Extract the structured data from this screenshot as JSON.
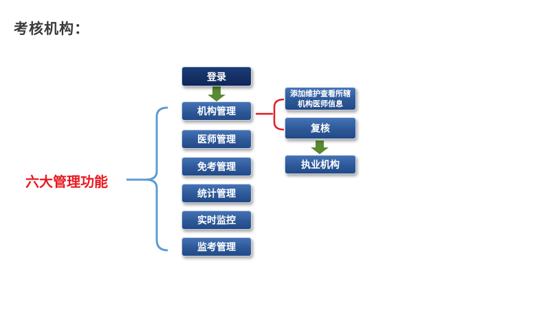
{
  "header": {
    "title": "考核机构："
  },
  "diagram": {
    "side_label": "六大管理功能",
    "login": "登录",
    "functions": [
      "机构管理",
      "医师管理",
      "免考管理",
      "统计管理",
      "实时监控",
      "监考管理"
    ],
    "branch_top": "添加维护查看所辖机构医师信息",
    "review": "复核",
    "result": "执业机构"
  },
  "colors": {
    "box_blue": "#2d5898",
    "box_dark": "#142f63",
    "arrow_green": "#5a8a32",
    "bracket_blue": "#5b9bd5",
    "branch_red": "#e01b22",
    "label_red": "#e8181f"
  }
}
